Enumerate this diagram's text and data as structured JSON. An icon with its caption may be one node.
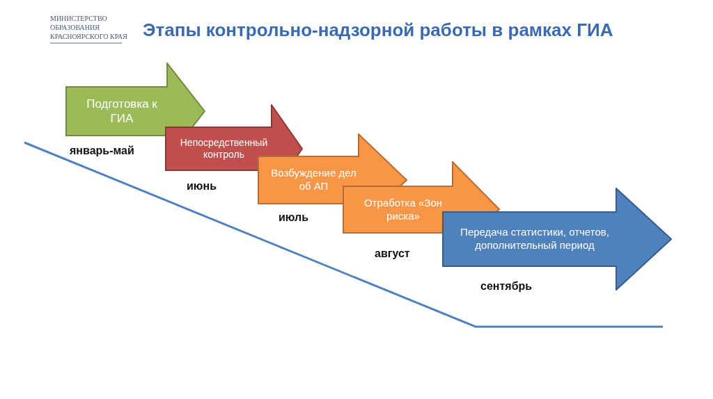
{
  "diagram": {
    "title": "Этапы контрольно-надзорной работы в рамках ГИА",
    "nodes": [
      {
        "text": [
          "Подготовка к ГИА"
        ],
        "beside": [
          "январь-май"
        ]
      },
      {
        "text": [
          "Непосредственный контроль"
        ],
        "beside": [
          "июнь"
        ]
      },
      {
        "text": [
          "Возбуждение дел об АП"
        ],
        "beside": [
          "июль"
        ]
      },
      {
        "text": [
          "Отработка «Зон риска»"
        ],
        "beside": [
          "август"
        ]
      },
      {
        "text": [
          "Передача статистики, отчетов, дополнительный период"
        ],
        "beside": [
          "сентябрь"
        ]
      }
    ],
    "labels": [
      "МИНИСТЕРСТВО ОБРАЗОВАНИЯ КРАСНОЯРСКОГО КРАЯ"
    ]
  }
}
